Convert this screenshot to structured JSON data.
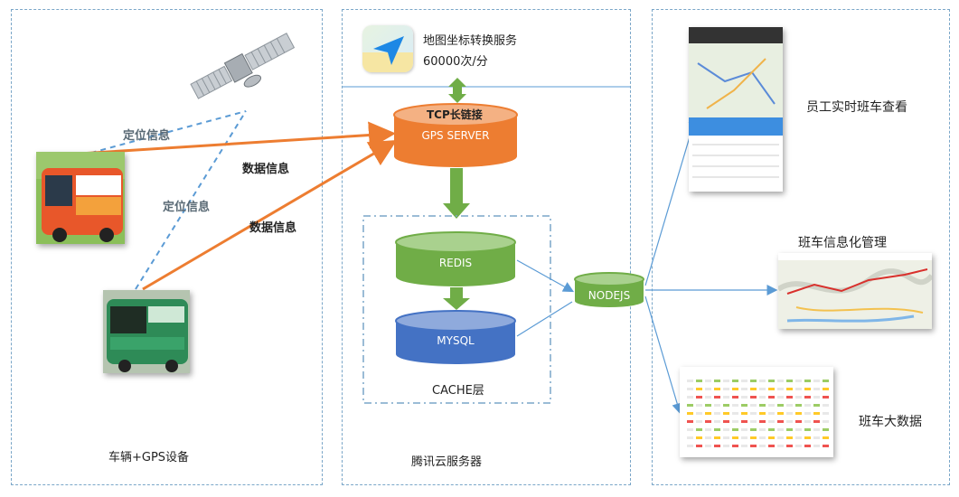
{
  "vehicle_panel": {
    "title": "车辆+GPS设备",
    "location_label_1": "定位信息",
    "location_label_2": "定位信息",
    "data_label_1": "数据信息",
    "data_label_2": "数据信息"
  },
  "cloud_panel": {
    "title": "腾讯云服务器",
    "map_service_line1": "地图坐标转换服务",
    "map_service_line2": "60000次/分",
    "tcp_label": "TCP长链接",
    "gps_server": "GPS SERVER",
    "redis": "REDIS",
    "mysql": "MYSQL",
    "cache_label": "CACHE层"
  },
  "nodejs": "NODEJS",
  "clients_panel": {
    "realtime_label": "员工实时班车查看",
    "management_label": "班车信息化管理",
    "bigdata_label": "班车大数据"
  },
  "colors": {
    "orange": "#ed7d31",
    "green": "#70ad47",
    "blue": "#4472c4",
    "line_blue": "#5b9bd5"
  }
}
